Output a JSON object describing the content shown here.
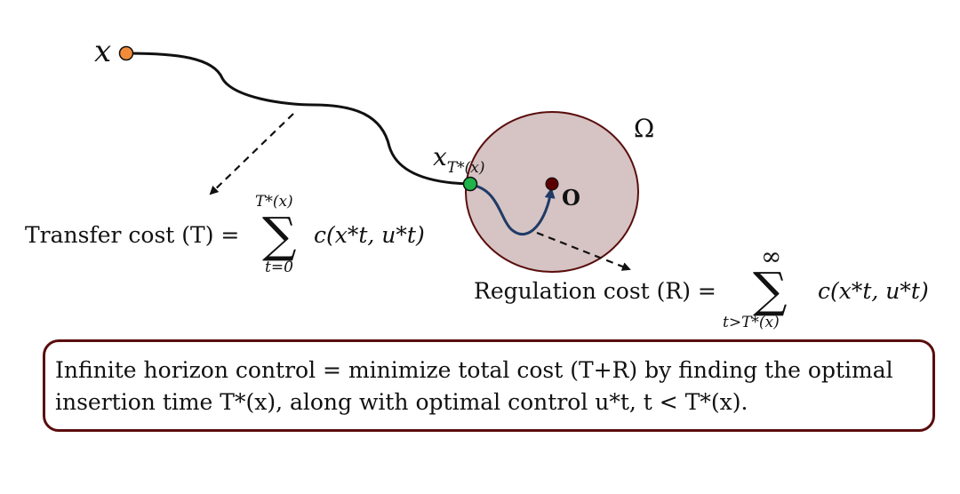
{
  "labels": {
    "x_start": "x",
    "x_insert_main": "x",
    "x_insert_sub": "T*(x)",
    "omega": "Ω",
    "origin": "O"
  },
  "transfer": {
    "prefix": "Transfer cost (T) =",
    "sum_top": "T*(x)",
    "sum_bottom": "t=0",
    "summand": "c(x*t, u*t)"
  },
  "regulation": {
    "prefix": "Regulation cost (R) =",
    "sum_top": "∞",
    "sum_bottom": "t>T*(x)",
    "summand": "c(x*t, u*t)"
  },
  "box": {
    "line1": "Infinite horizon control = minimize total cost (T+R) by finding the optimal",
    "line2": "insertion time T*(x), along with optimal control u*t, t < T*(x)."
  },
  "colors": {
    "region_fill": "#d6c3c3",
    "region_stroke": "#5a0d0d",
    "start_dot": "#f28c3a",
    "insert_dot": "#1fb34a",
    "origin_dot": "#5a0000",
    "inner_path": "#1f3b66",
    "box_border": "#5a0d0d"
  }
}
